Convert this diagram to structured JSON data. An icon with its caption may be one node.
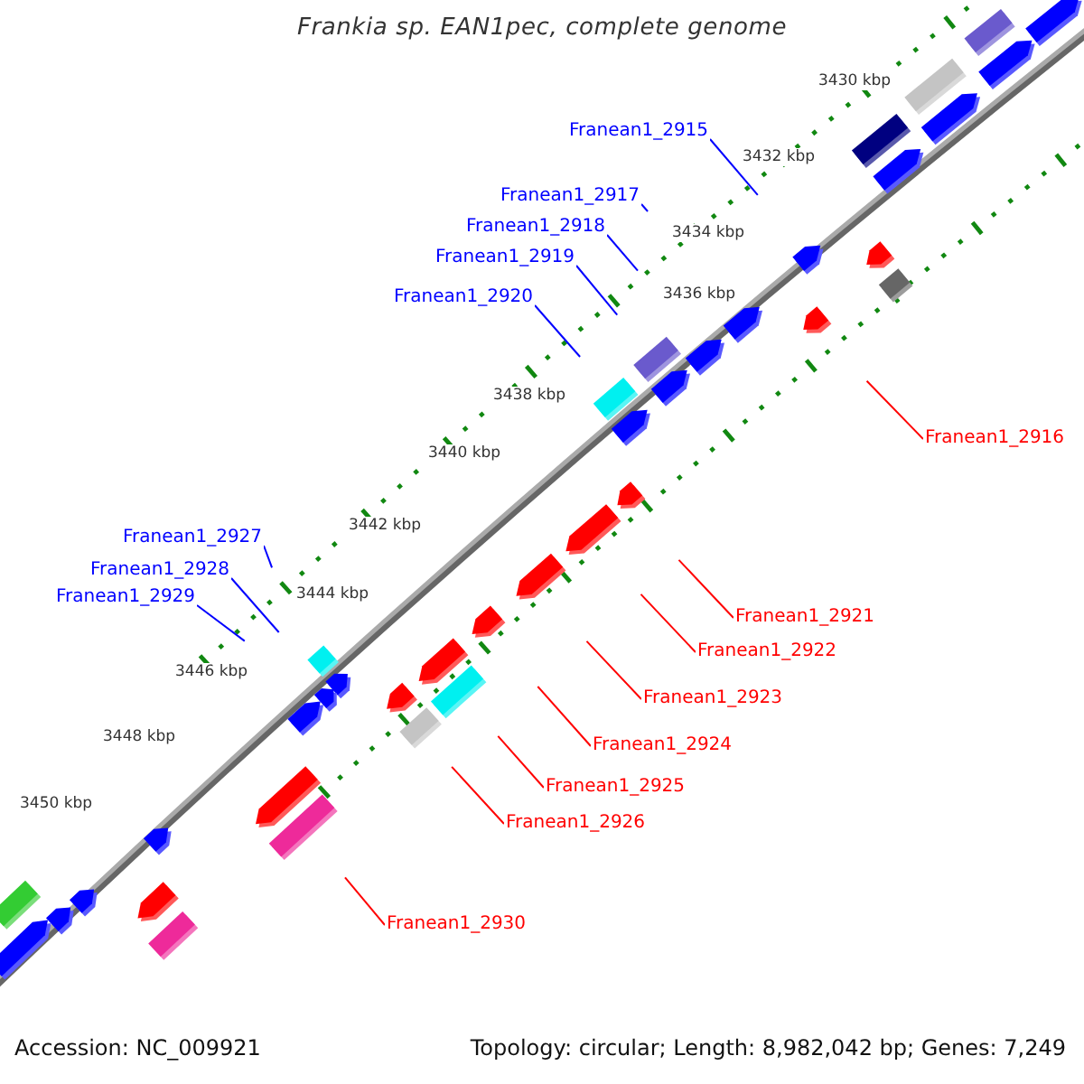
{
  "diagram": {
    "title": "Frankia sp. EAN1pec, complete genome",
    "nodes": [
      {
        "text": [
          "Franean1_2915"
        ]
      },
      {
        "text": [
          "Franean1_2917"
        ]
      },
      {
        "text": [
          "Franean1_2918"
        ]
      },
      {
        "text": [
          "Franean1_2919"
        ]
      },
      {
        "text": [
          "Franean1_2920"
        ]
      },
      {
        "text": [
          "Franean1_2916"
        ]
      },
      {
        "text": [
          "Franean1_2927"
        ]
      },
      {
        "text": [
          "Franean1_2928"
        ]
      },
      {
        "text": [
          "Franean1_2929"
        ]
      },
      {
        "text": [
          "Franean1_2921"
        ]
      },
      {
        "text": [
          "Franean1_2922"
        ]
      },
      {
        "text": [
          "Franean1_2923"
        ]
      },
      {
        "text": [
          "Franean1_2924"
        ]
      },
      {
        "text": [
          "Franean1_2925"
        ]
      },
      {
        "text": [
          "Franean1_2926"
        ]
      },
      {
        "text": [
          "Franean1_2930"
        ]
      }
    ],
    "edges": [
      {
        "from": 0,
        "to": null,
        "arrow": "none",
        "color": "#0000ff"
      },
      {
        "from": 1,
        "to": null,
        "arrow": "none",
        "color": "#0000ff"
      },
      {
        "from": 2,
        "to": null,
        "arrow": "none",
        "color": "#0000ff"
      },
      {
        "from": 3,
        "to": null,
        "arrow": "none",
        "color": "#0000ff"
      },
      {
        "from": 4,
        "to": null,
        "arrow": "none",
        "color": "#0000ff"
      },
      {
        "from": 5,
        "to": null,
        "arrow": "none",
        "color": "#ff0000"
      },
      {
        "from": 6,
        "to": null,
        "arrow": "none",
        "color": "#0000ff"
      },
      {
        "from": 7,
        "to": null,
        "arrow": "none",
        "color": "#0000ff"
      },
      {
        "from": 8,
        "to": null,
        "arrow": "none",
        "color": "#0000ff"
      },
      {
        "from": 9,
        "to": null,
        "arrow": "none",
        "color": "#ff0000"
      },
      {
        "from": 10,
        "to": null,
        "arrow": "none",
        "color": "#ff0000"
      },
      {
        "from": 11,
        "to": null,
        "arrow": "none",
        "color": "#ff0000"
      },
      {
        "from": 12,
        "to": null,
        "arrow": "none",
        "color": "#ff0000"
      },
      {
        "from": 13,
        "to": null,
        "arrow": "none",
        "color": "#ff0000"
      },
      {
        "from": 14,
        "to": null,
        "arrow": "none",
        "color": "#ff0000"
      },
      {
        "from": 15,
        "to": null,
        "arrow": "none",
        "color": "#ff0000"
      }
    ],
    "labels": [
      "3430 kbp",
      "3432 kbp",
      "3434 kbp",
      "3436 kbp",
      "3438 kbp",
      "3440 kbp",
      "3442 kbp",
      "3444 kbp",
      "3446 kbp",
      "3448 kbp",
      "3450 kbp",
      "Accession: NC_009921",
      "Topology: circular; Length: 8,982,042 bp; Genes: 7,249"
    ]
  }
}
